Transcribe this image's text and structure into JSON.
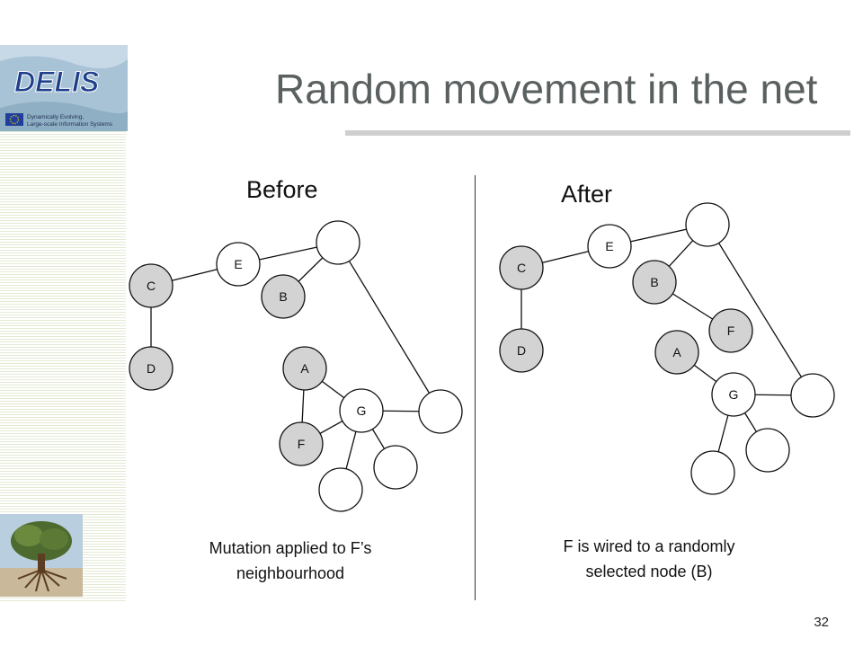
{
  "slide": {
    "title": "Random movement in the net",
    "number": "32",
    "logo": {
      "name": "DELIS",
      "tagline_line1": "Dynamically Evolving,",
      "tagline_line2": "Large-scale Information Systems"
    }
  },
  "before": {
    "heading": "Before",
    "caption_line1": "Mutation applied to F’s",
    "caption_line2": "neighbourhood",
    "nodes": [
      {
        "id": "E",
        "label": "E",
        "fill": "#ffffff"
      },
      {
        "id": "C",
        "label": "C",
        "fill": "#d3d3d3"
      },
      {
        "id": "B",
        "label": "B",
        "fill": "#d3d3d3"
      },
      {
        "id": "D",
        "label": "D",
        "fill": "#d3d3d3"
      },
      {
        "id": "A",
        "label": "A",
        "fill": "#d3d3d3"
      },
      {
        "id": "G",
        "label": "G",
        "fill": "#ffffff"
      },
      {
        "id": "F",
        "label": "F",
        "fill": "#d3d3d3"
      },
      {
        "id": "u1",
        "label": "",
        "fill": "#ffffff"
      },
      {
        "id": "u2",
        "label": "",
        "fill": "#ffffff"
      },
      {
        "id": "u3",
        "label": "",
        "fill": "#ffffff"
      },
      {
        "id": "u4",
        "label": "",
        "fill": "#ffffff"
      }
    ],
    "edges": [
      [
        "C",
        "E"
      ],
      [
        "E",
        "u1"
      ],
      [
        "B",
        "u1"
      ],
      [
        "u1",
        "u2"
      ],
      [
        "C",
        "D"
      ],
      [
        "A",
        "G"
      ],
      [
        "A",
        "F"
      ],
      [
        "F",
        "G"
      ],
      [
        "G",
        "u2"
      ],
      [
        "G",
        "u3"
      ],
      [
        "G",
        "u4"
      ]
    ]
  },
  "after": {
    "heading": "After",
    "caption_line1": "F is wired to a randomly",
    "caption_line2": "selected node (B)",
    "nodes": [
      {
        "id": "E",
        "label": "E",
        "fill": "#ffffff"
      },
      {
        "id": "C",
        "label": "C",
        "fill": "#d3d3d3"
      },
      {
        "id": "B",
        "label": "B",
        "fill": "#d3d3d3"
      },
      {
        "id": "F",
        "label": "F",
        "fill": "#d3d3d3"
      },
      {
        "id": "D",
        "label": "D",
        "fill": "#d3d3d3"
      },
      {
        "id": "A",
        "label": "A",
        "fill": "#d3d3d3"
      },
      {
        "id": "G",
        "label": "G",
        "fill": "#ffffff"
      },
      {
        "id": "u1",
        "label": "",
        "fill": "#ffffff"
      },
      {
        "id": "u2",
        "label": "",
        "fill": "#ffffff"
      },
      {
        "id": "u3",
        "label": "",
        "fill": "#ffffff"
      },
      {
        "id": "u4",
        "label": "",
        "fill": "#ffffff"
      }
    ],
    "edges": [
      [
        "C",
        "E"
      ],
      [
        "E",
        "u1"
      ],
      [
        "B",
        "u1"
      ],
      [
        "B",
        "F"
      ],
      [
        "u1",
        "u2"
      ],
      [
        "C",
        "D"
      ],
      [
        "A",
        "G"
      ],
      [
        "G",
        "u2"
      ],
      [
        "G",
        "u3"
      ],
      [
        "G",
        "u4"
      ]
    ]
  }
}
